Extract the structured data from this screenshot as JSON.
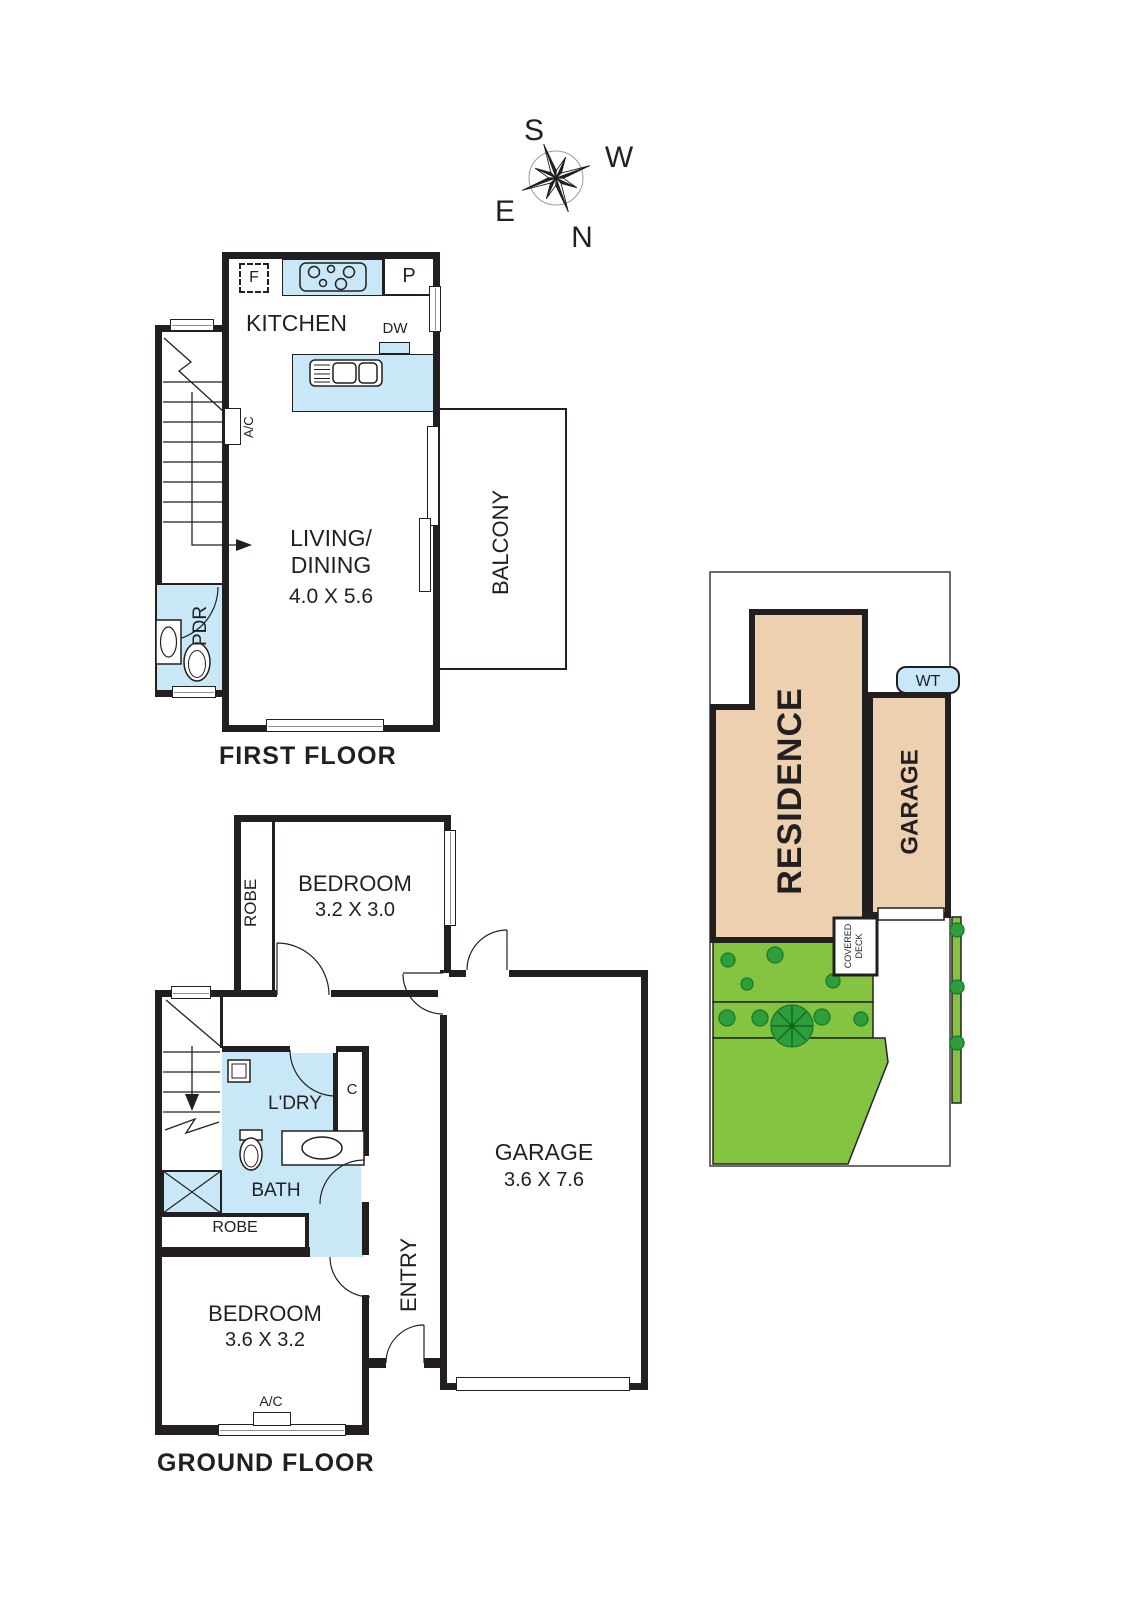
{
  "compass": {
    "south": "S",
    "west": "W",
    "north": "N",
    "east": "E"
  },
  "first_floor": {
    "title": "FIRST FLOOR",
    "kitchen": {
      "label": "KITCHEN",
      "fridge": "F",
      "pantry": "P",
      "dishwasher": "DW"
    },
    "living_dining": {
      "line1": "LIVING/",
      "line2": "DINING",
      "dims": "4.0 X 5.6"
    },
    "balcony": "BALCONY",
    "powder_room": "PDR",
    "ac": "A/C"
  },
  "ground_floor": {
    "title": "GROUND FLOOR",
    "bedroom1": {
      "label": "BEDROOM",
      "dims": "3.2 X 3.0",
      "robe": "ROBE"
    },
    "bedroom2": {
      "label": "BEDROOM",
      "dims": "3.6 X 3.2",
      "robe": "ROBE",
      "ac": "A/C"
    },
    "garage": {
      "label": "GARAGE",
      "dims": "3.6 X 7.6"
    },
    "laundry": "L'DRY",
    "cupboard": "C",
    "bath": "BATH",
    "entry": "ENTRY"
  },
  "site_plan": {
    "residence": "RESIDENCE",
    "garage": "GARAGE",
    "water_tank": "WT",
    "covered_deck": {
      "line1": "COVERED",
      "line2": "DECK"
    }
  },
  "colors": {
    "wall": "#231f20",
    "wet_area": "#c9e8f7",
    "building": "#ecd0af",
    "lawn": "#85c441",
    "shrub": "#2e9e3c"
  }
}
